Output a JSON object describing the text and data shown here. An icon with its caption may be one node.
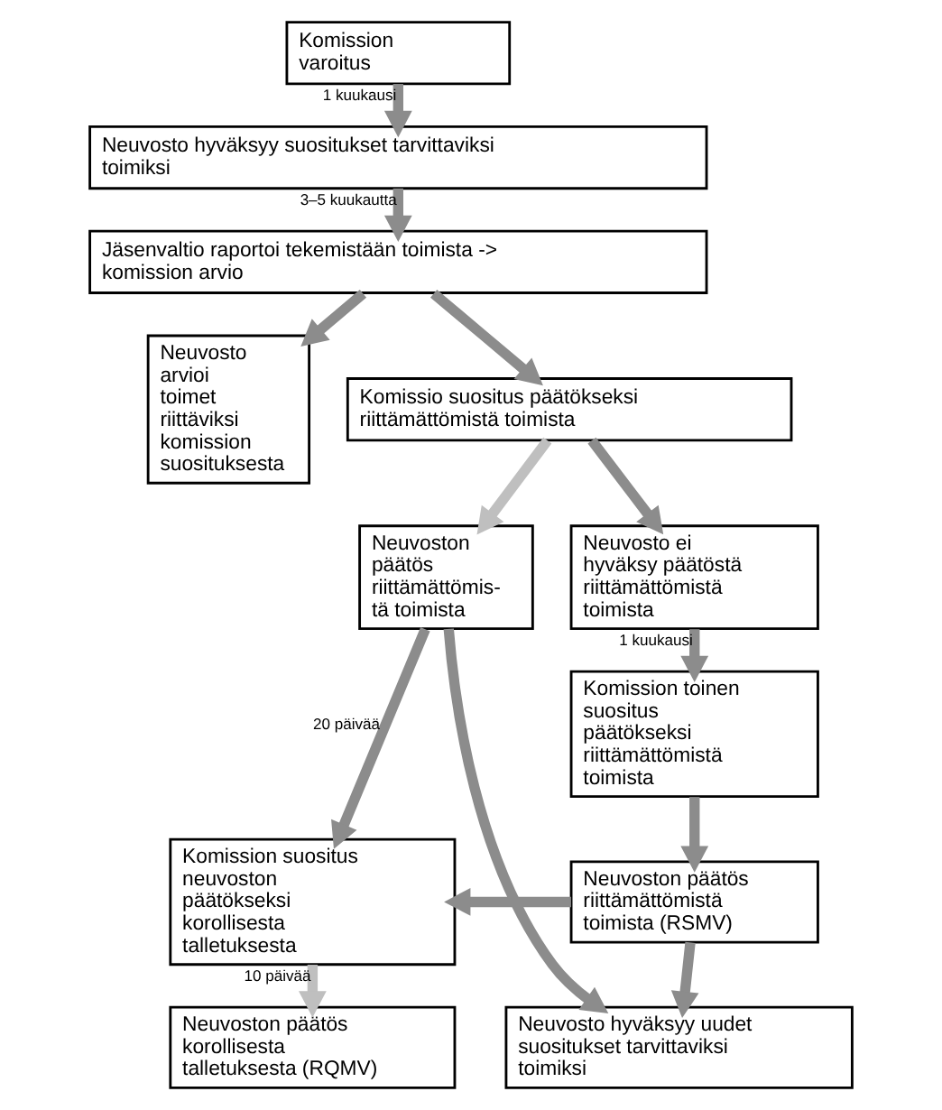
{
  "diagram": {
    "nodes": [
      {
        "text": [
          "Komission varoitus"
        ]
      },
      {
        "text": [
          "Neuvosto hyväksyy suositukset tarvittaviksi toimiksi"
        ]
      },
      {
        "text": [
          "Jäsenvaltio raportoi tekemistään toimista -> komission arvio"
        ]
      },
      {
        "text": [
          "Neuvosto arvioi toimet riittäviksi komission suosituksesta"
        ]
      },
      {
        "text": [
          "Komissio suositus päätökseksi riittämättömistä toimista"
        ]
      },
      {
        "text": [
          "Neuvoston päätös riittämättömis- tä toimista"
        ]
      },
      {
        "text": [
          "Neuvosto ei hyväksy päätöstä riittämättömistä toimista"
        ]
      },
      {
        "text": [
          "Komission toinen suositus päätökseksi riittämättömistä toimista"
        ]
      },
      {
        "text": [
          "Komission suositus neuvoston päätökseksi korollisesta talletuksesta"
        ]
      },
      {
        "text": [
          "Neuvoston päätös riittämättömistä toimista (RSMV)"
        ]
      },
      {
        "text": [
          "Neuvoston päätös korollisesta talletuksesta (RQMV)"
        ]
      },
      {
        "text": [
          "Neuvosto hyväksyy uudet suositukset tarvittaviksi toimiksi"
        ]
      }
    ],
    "edges": [
      {
        "from": 0,
        "to": 1,
        "arrow": "to",
        "label": "1 kuukausi"
      },
      {
        "from": 1,
        "to": 2,
        "arrow": "to",
        "label": "3–5 kuukautta"
      },
      {
        "from": 2,
        "to": 3,
        "arrow": "to"
      },
      {
        "from": 2,
        "to": 4,
        "arrow": "to"
      },
      {
        "from": 4,
        "to": 5,
        "arrow": "to",
        "color": "#bfbfbf"
      },
      {
        "from": 4,
        "to": 6,
        "arrow": "to"
      },
      {
        "from": 5,
        "to": 8,
        "arrow": "to",
        "label": "20 päivää"
      },
      {
        "from": 5,
        "to": 11,
        "arrow": "to"
      },
      {
        "from": 6,
        "to": 7,
        "arrow": "to",
        "label": "1 kuukausi"
      },
      {
        "from": 7,
        "to": 9,
        "arrow": "to"
      },
      {
        "from": 9,
        "to": 8,
        "arrow": "to"
      },
      {
        "from": 8,
        "to": 10,
        "arrow": "to",
        "label": "10 päivää",
        "color": "#bfbfbf"
      },
      {
        "from": 9,
        "to": 11,
        "arrow": "to"
      }
    ]
  }
}
